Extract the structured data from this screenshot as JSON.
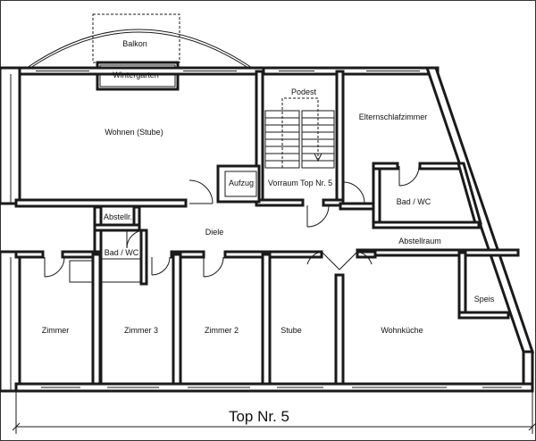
{
  "plan": {
    "title": "Top Nr. 5",
    "rooms": {
      "balkon": "Balkon",
      "wintergarten": "Wintergarten",
      "wohnen": "Wohnen (Stube)",
      "podest": "Podest",
      "elternschlafzimmer": "Elternschlafzimmer",
      "aufzug": "Aufzug",
      "vorraum": "Vorraum Top Nr. 5",
      "bad_wc_right": "Bad / WC",
      "abstellr": "Abstellr.",
      "diele": "Diele",
      "bad_wc_left": "Bad / WC",
      "abstellraum": "Abstellraum",
      "speis": "Speis",
      "zimmer": "Zimmer",
      "zimmer3": "Zimmer 3",
      "zimmer2": "Zimmer 2",
      "stube": "Stube",
      "wohnkueche": "Wohnküche"
    }
  }
}
